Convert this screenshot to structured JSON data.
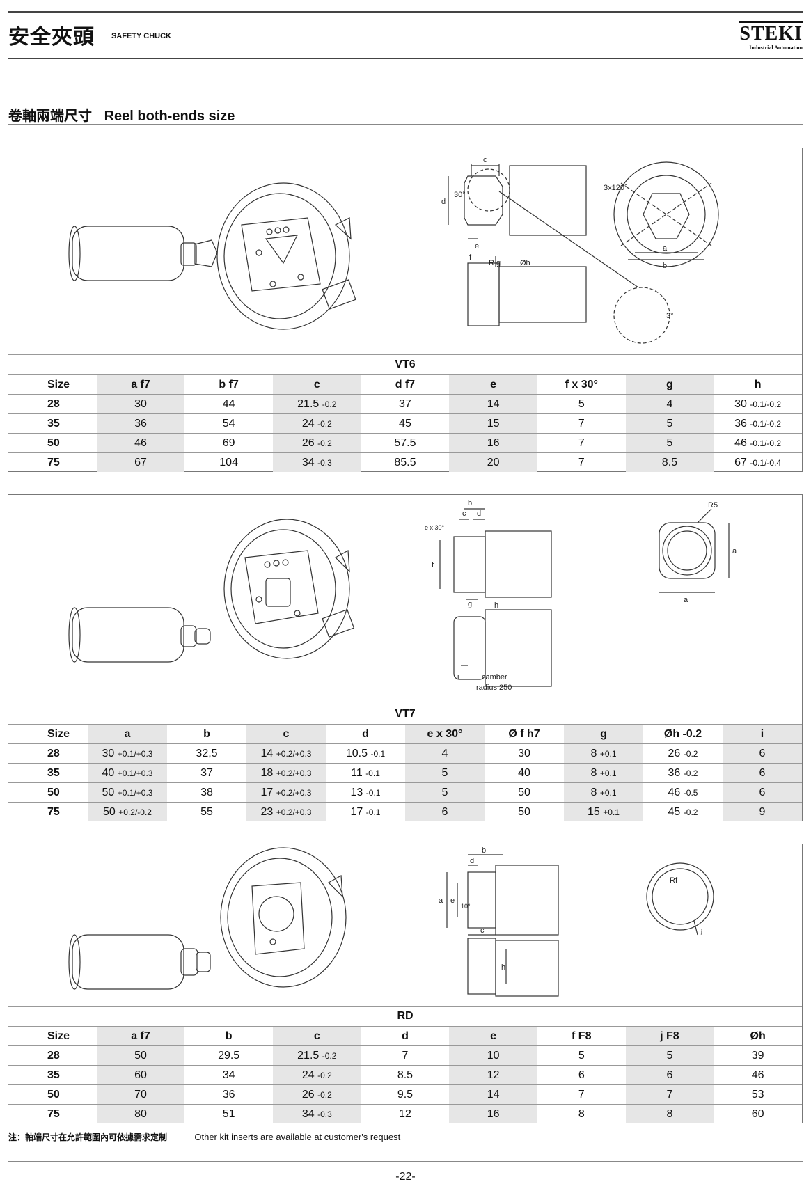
{
  "header": {
    "title_zh": "安全夾頭",
    "title_en": "SAFETY CHUCK",
    "logo_name": "STEKI",
    "logo_tag": "Industrial Automation"
  },
  "section": {
    "title_zh": "卷軸兩端尺寸",
    "title_en": "Reel both-ends size"
  },
  "drawing_labels": {
    "vt6": [
      "c",
      "30°",
      "d",
      "e",
      "3x120°",
      "a",
      "b",
      "f",
      "R g",
      "Øh",
      "3°"
    ],
    "vt7": [
      "b",
      "c",
      "d",
      "e x 30°",
      "f",
      "g",
      "h",
      "R5",
      "a",
      "a",
      "i",
      "camber",
      "radius 250"
    ],
    "rd": [
      "b",
      "d",
      "a",
      "e",
      "10°",
      "c",
      "h",
      "Rf",
      "j"
    ]
  },
  "tables": {
    "vt6": {
      "model": "VT6",
      "headers": [
        "Size",
        "a f7",
        "b f7",
        "c",
        "d f7",
        "e",
        "f x 30°",
        "g",
        "h"
      ],
      "rows": [
        [
          {
            "v": "28"
          },
          {
            "v": "30"
          },
          {
            "v": "44"
          },
          {
            "v": "21.5",
            "t": "-0.2"
          },
          {
            "v": "37"
          },
          {
            "v": "14"
          },
          {
            "v": "5"
          },
          {
            "v": "4"
          },
          {
            "v": "30",
            "t": "-0.1/-0.2"
          }
        ],
        [
          {
            "v": "35"
          },
          {
            "v": "36"
          },
          {
            "v": "54"
          },
          {
            "v": "24",
            "t": "-0.2"
          },
          {
            "v": "45"
          },
          {
            "v": "15"
          },
          {
            "v": "7"
          },
          {
            "v": "5"
          },
          {
            "v": "36",
            "t": "-0.1/-0.2"
          }
        ],
        [
          {
            "v": "50"
          },
          {
            "v": "46"
          },
          {
            "v": "69"
          },
          {
            "v": "26",
            "t": "-0.2"
          },
          {
            "v": "57.5"
          },
          {
            "v": "16"
          },
          {
            "v": "7"
          },
          {
            "v": "5"
          },
          {
            "v": "46",
            "t": "-0.1/-0.2"
          }
        ],
        [
          {
            "v": "75"
          },
          {
            "v": "67"
          },
          {
            "v": "104"
          },
          {
            "v": "34",
            "t": "-0.3"
          },
          {
            "v": "85.5"
          },
          {
            "v": "20"
          },
          {
            "v": "7"
          },
          {
            "v": "8.5"
          },
          {
            "v": "67",
            "t": "-0.1/-0.4"
          }
        ]
      ]
    },
    "vt7": {
      "model": "VT7",
      "headers": [
        "Size",
        "a",
        "b",
        "c",
        "d",
        "e x 30°",
        "Ø f  h7",
        "g",
        "Øh -0.2",
        "i"
      ],
      "rows": [
        [
          {
            "v": "28"
          },
          {
            "v": "30",
            "t": "+0.1/+0.3"
          },
          {
            "v": "32,5"
          },
          {
            "v": "14",
            "t": "+0.2/+0.3"
          },
          {
            "v": "10.5",
            "t": "-0.1"
          },
          {
            "v": "4"
          },
          {
            "v": "30"
          },
          {
            "v": "8",
            "t": "+0.1"
          },
          {
            "v": "26",
            "t": "-0.2"
          },
          {
            "v": "6"
          }
        ],
        [
          {
            "v": "35"
          },
          {
            "v": "40",
            "t": "+0.1/+0.3"
          },
          {
            "v": "37"
          },
          {
            "v": "18",
            "t": "+0.2/+0.3"
          },
          {
            "v": "11",
            "t": "-0.1"
          },
          {
            "v": "5"
          },
          {
            "v": "40"
          },
          {
            "v": "8",
            "t": "+0.1"
          },
          {
            "v": "36",
            "t": "-0.2"
          },
          {
            "v": "6"
          }
        ],
        [
          {
            "v": "50"
          },
          {
            "v": "50",
            "t": "+0.1/+0.3"
          },
          {
            "v": "38"
          },
          {
            "v": "17",
            "t": "+0.2/+0.3"
          },
          {
            "v": "13",
            "t": "-0.1"
          },
          {
            "v": "5"
          },
          {
            "v": "50"
          },
          {
            "v": "8",
            "t": "+0.1"
          },
          {
            "v": "46",
            "t": "-0.5"
          },
          {
            "v": "6"
          }
        ],
        [
          {
            "v": "75"
          },
          {
            "v": "50",
            "t": "+0.2/-0.2"
          },
          {
            "v": "55"
          },
          {
            "v": "23",
            "t": "+0.2/+0.3"
          },
          {
            "v": "17",
            "t": "-0.1"
          },
          {
            "v": "6"
          },
          {
            "v": "50"
          },
          {
            "v": "15",
            "t": "+0.1"
          },
          {
            "v": "45",
            "t": "-0.2"
          },
          {
            "v": "9"
          }
        ]
      ]
    },
    "rd": {
      "model": "RD",
      "headers": [
        "Size",
        "a f7",
        "b",
        "c",
        "d",
        "e",
        "f F8",
        "j F8",
        "Øh"
      ],
      "rows": [
        [
          {
            "v": "28"
          },
          {
            "v": "50"
          },
          {
            "v": "29.5"
          },
          {
            "v": "21.5",
            "t": "-0.2"
          },
          {
            "v": "7"
          },
          {
            "v": "10"
          },
          {
            "v": "5"
          },
          {
            "v": "5"
          },
          {
            "v": "39"
          }
        ],
        [
          {
            "v": "35"
          },
          {
            "v": "60"
          },
          {
            "v": "34"
          },
          {
            "v": "24",
            "t": "-0.2"
          },
          {
            "v": "8.5"
          },
          {
            "v": "12"
          },
          {
            "v": "6"
          },
          {
            "v": "6"
          },
          {
            "v": "46"
          }
        ],
        [
          {
            "v": "50"
          },
          {
            "v": "70"
          },
          {
            "v": "36"
          },
          {
            "v": "26",
            "t": "-0.2"
          },
          {
            "v": "9.5"
          },
          {
            "v": "14"
          },
          {
            "v": "7"
          },
          {
            "v": "7"
          },
          {
            "v": "53"
          }
        ],
        [
          {
            "v": "75"
          },
          {
            "v": "80"
          },
          {
            "v": "51"
          },
          {
            "v": "34",
            "t": "-0.3"
          },
          {
            "v": "12"
          },
          {
            "v": "16"
          },
          {
            "v": "8"
          },
          {
            "v": "8"
          },
          {
            "v": "60"
          }
        ]
      ]
    }
  },
  "footnote": {
    "zh": "注：軸端尺寸在允許範圍內可依據需求定制",
    "en": "Other kit inserts are available at customer's request"
  },
  "page_number": "-22-"
}
